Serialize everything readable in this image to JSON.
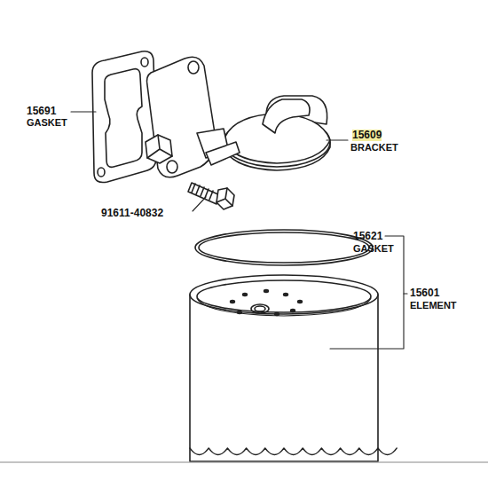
{
  "diagram": {
    "labels": [
      "15691",
      "GASKET",
      "15609",
      "BRACKET",
      "91611-40832",
      "15621",
      "GASKET",
      "15601",
      "ELEMENT"
    ]
  }
}
